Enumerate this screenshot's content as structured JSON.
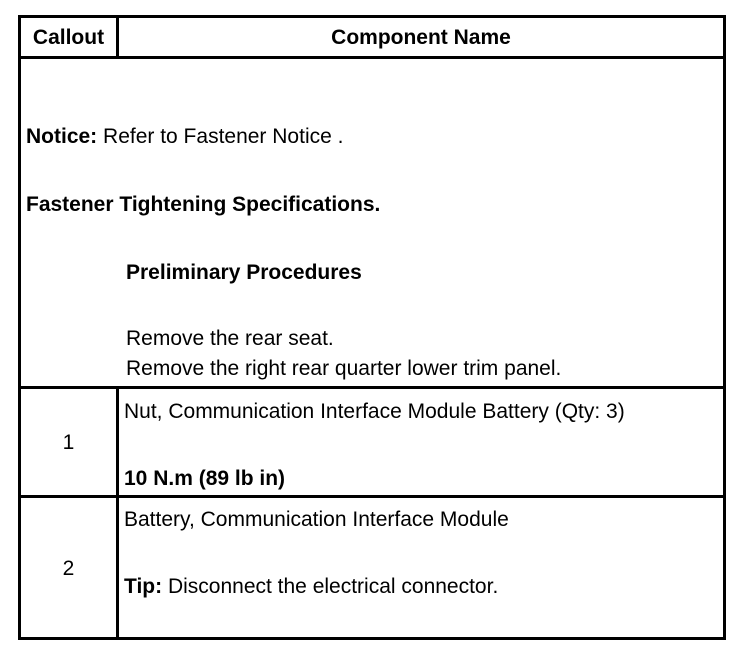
{
  "header": {
    "callout": "Callout",
    "component_name": "Component Name"
  },
  "intro": {
    "notice_label": "Notice:",
    "notice_text": " Refer to Fastener Notice .",
    "spec_heading": "Fastener Tightening Specifications.",
    "prelim_heading": "Preliminary Procedures",
    "steps": [
      "Remove the rear seat.",
      "Remove the right rear quarter lower trim panel."
    ]
  },
  "rows": [
    {
      "callout": "1",
      "name": "Nut, Communication Interface Module Battery (Qty: 3)",
      "torque": "10 N.m (89 lb in)"
    },
    {
      "callout": "2",
      "name": "Battery, Communication Interface Module",
      "tip_label": "Tip:",
      "tip_text": " Disconnect the electrical connector."
    }
  ]
}
